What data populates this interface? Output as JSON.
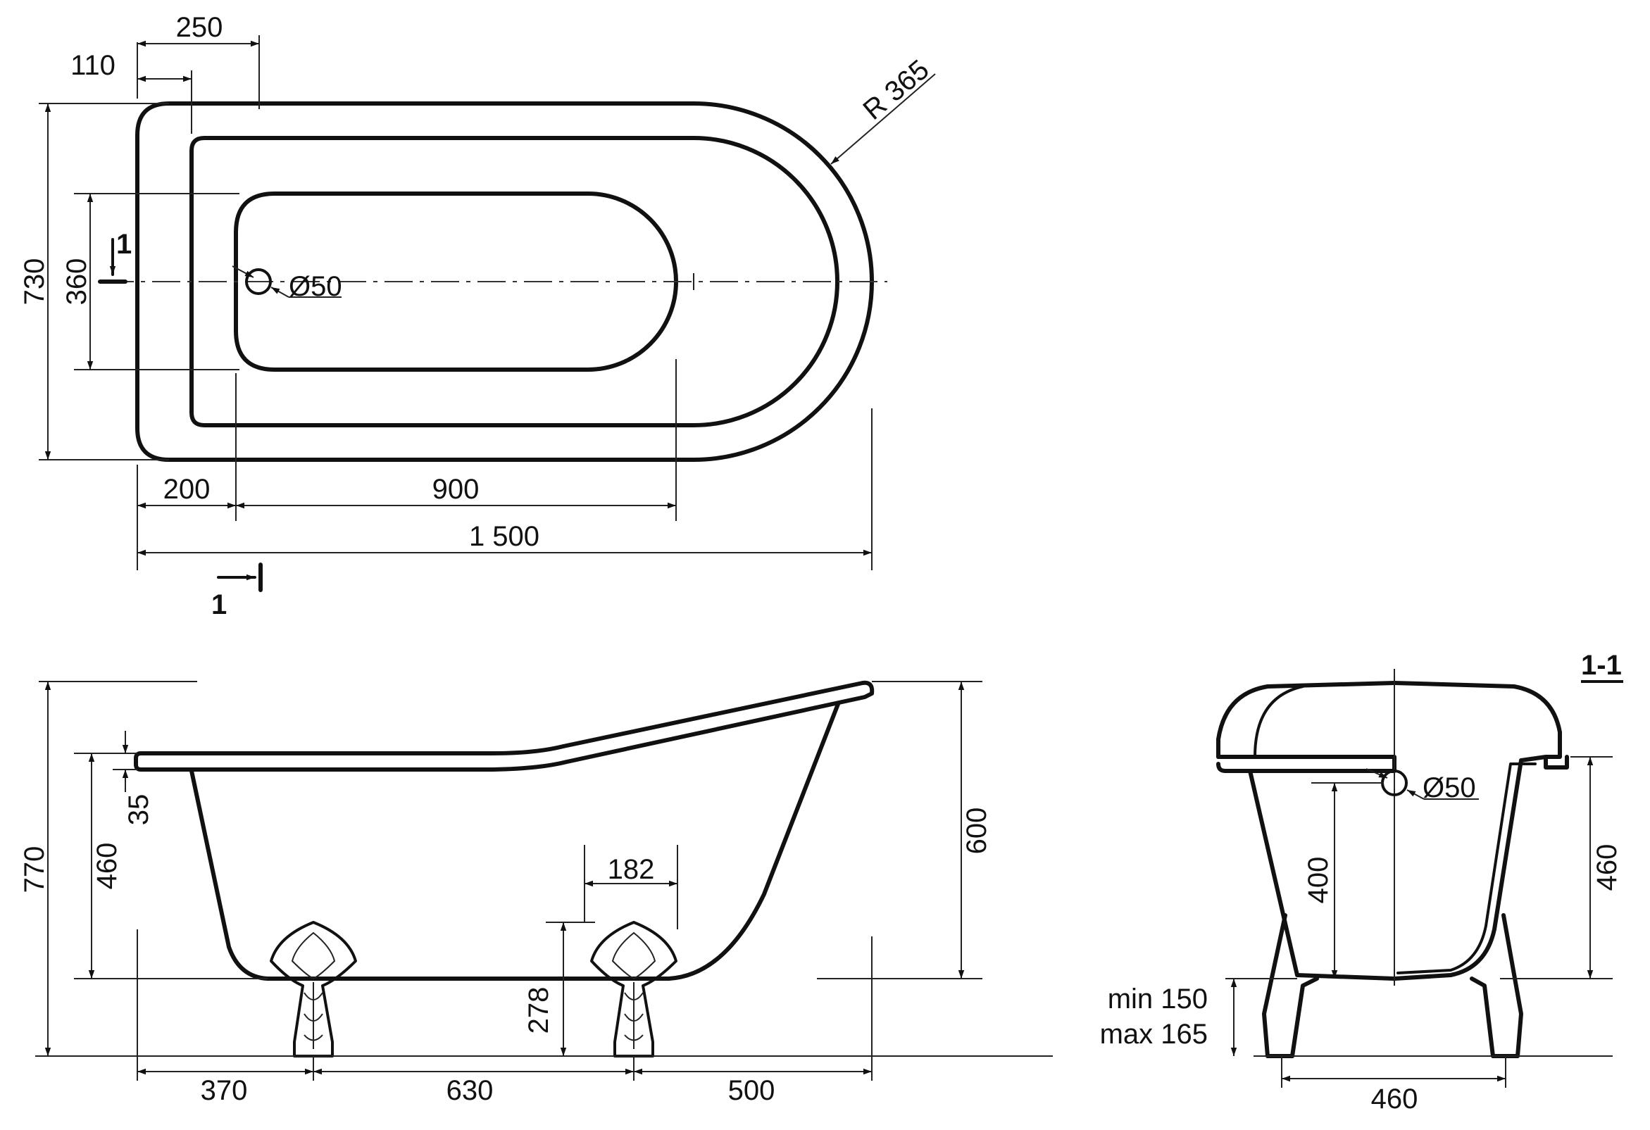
{
  "top_view": {
    "dims": {
      "d250": "250",
      "d110": "110",
      "d730": "730",
      "d360": "360",
      "d200": "200",
      "d900": "900",
      "d1500": "1 500",
      "radius": "R 365",
      "drain": "Ø50"
    },
    "section_marker": "1"
  },
  "side_view": {
    "dims": {
      "d770": "770",
      "d460": "460",
      "d35": "35",
      "d600": "600",
      "d182": "182",
      "d278": "278",
      "d370": "370",
      "d630": "630",
      "d500": "500"
    }
  },
  "section_view": {
    "title": "1-1",
    "dims": {
      "drain": "Ø50",
      "d400": "400",
      "d460": "460",
      "min": "min 150",
      "max": "max 165",
      "d460_bottom": "460"
    }
  },
  "colors": {
    "line": "#111111",
    "background": "#ffffff"
  }
}
